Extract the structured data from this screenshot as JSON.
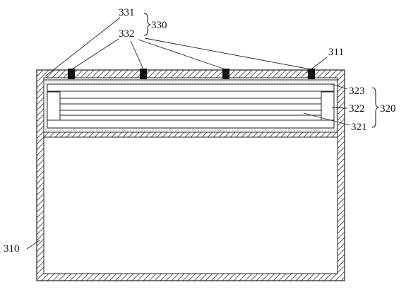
{
  "labels": {
    "l331": "331",
    "l330": "330",
    "l332": "332",
    "l311": "311",
    "l323": "323",
    "l322": "322",
    "l320": "320",
    "l321": "321",
    "l310": "310"
  },
  "colors": {
    "line": "#222222",
    "hatch": "#444444",
    "dots": "#777777",
    "sensor": "#111111"
  }
}
